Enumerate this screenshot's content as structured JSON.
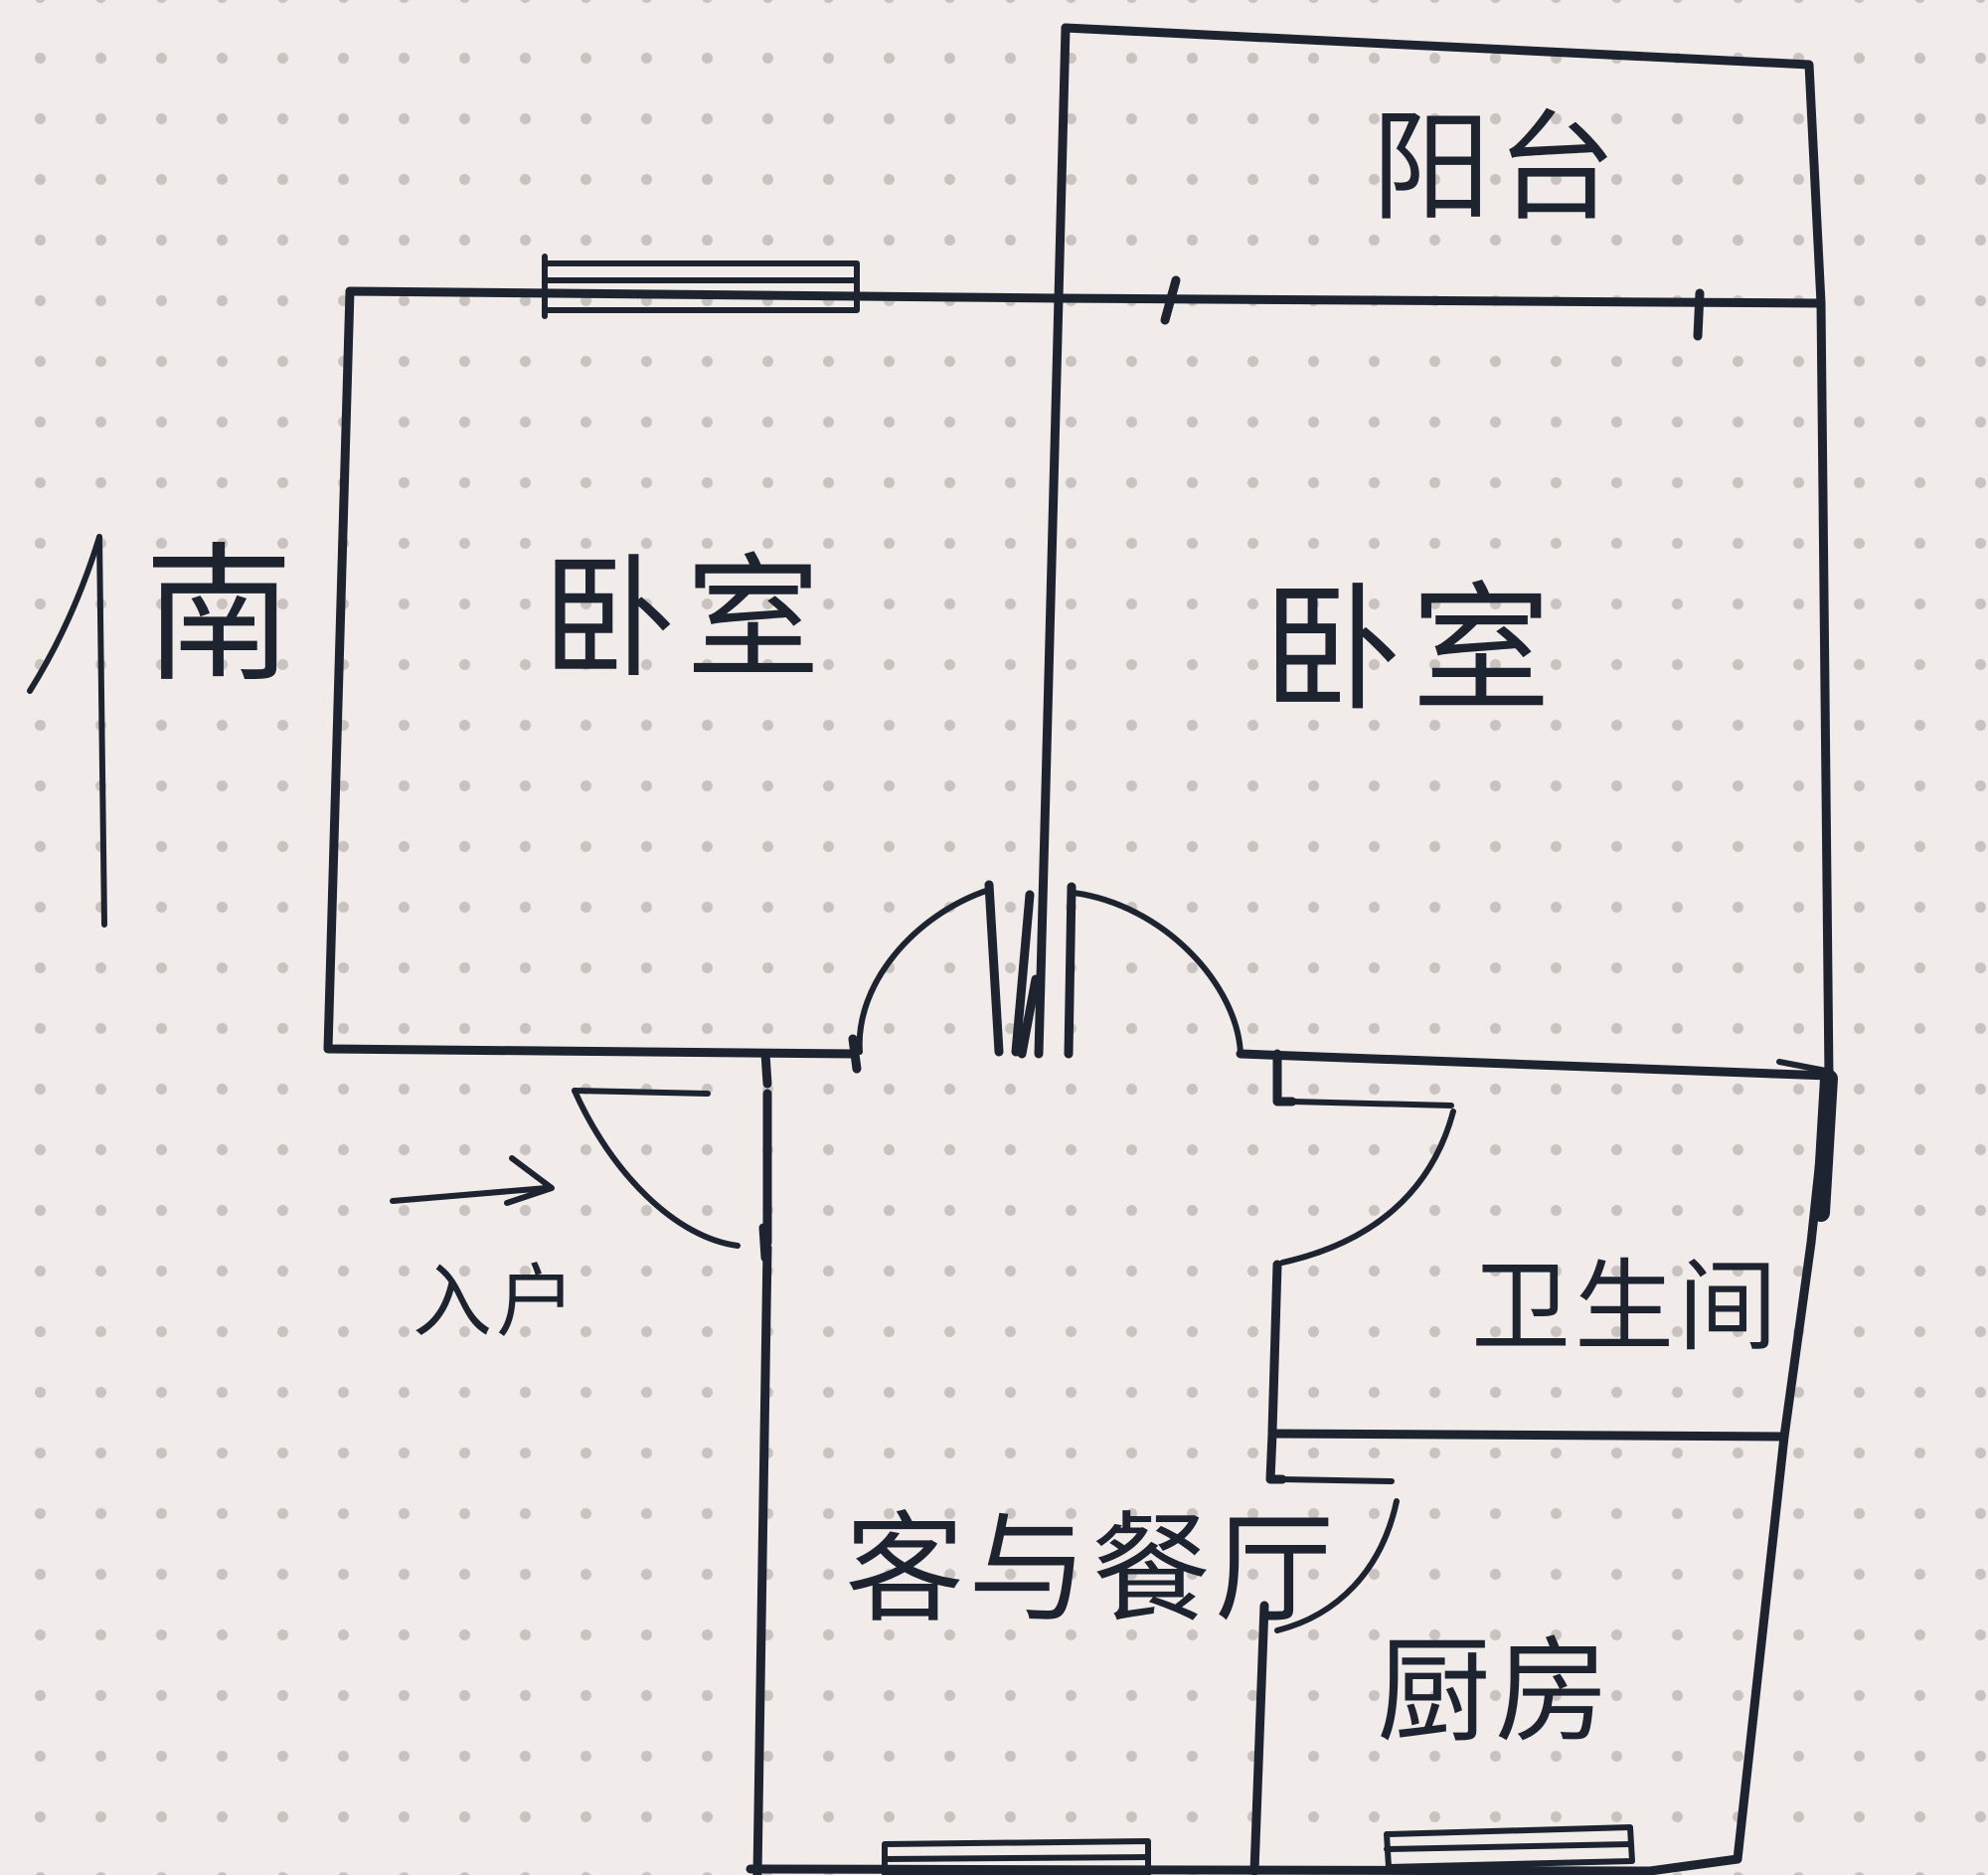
{
  "rooms": {
    "balcony": "阳台",
    "bedroom_left": "卧室",
    "bedroom_right": "卧室",
    "bathroom": "卫生间",
    "living_dining": "客与餐厅",
    "kitchen": "厨房"
  },
  "entry": {
    "label": "入户"
  },
  "compass": {
    "label": "南"
  },
  "colors": {
    "paper": "#f1ecea",
    "ink": "#1d2430",
    "dots": "#c9c3c0"
  },
  "icons": {
    "compass_arrow": "up-arrow-icon",
    "entry_arrow": "right-arrow-icon"
  }
}
